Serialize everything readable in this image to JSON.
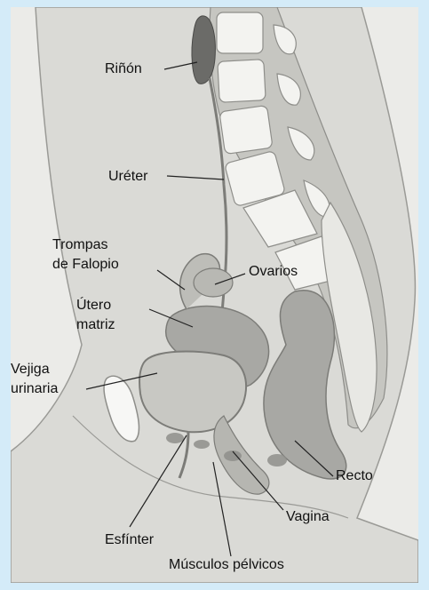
{
  "diagram": {
    "labels": {
      "rinon": "Riñón",
      "ureter": "Uréter",
      "trompas_1": "Trompas",
      "trompas_2": "de Falopio",
      "ovarios": "Ovarios",
      "utero_1": "Útero",
      "utero_2": "matriz",
      "vejiga_1": "Vejiga",
      "vejiga_2": "urinaria",
      "recto": "Recto",
      "vagina": "Vagina",
      "esfinter": "Esfínter",
      "musculos": "Músculos pélvicos"
    },
    "colors": {
      "frame": "#d4ebf8",
      "canvas": "#ebebe8",
      "body": "#dadad6",
      "organ": "#a8a8a4",
      "bone": "#f1f1ee",
      "kidney": "#6b6b68",
      "leader": "#222222"
    }
  }
}
